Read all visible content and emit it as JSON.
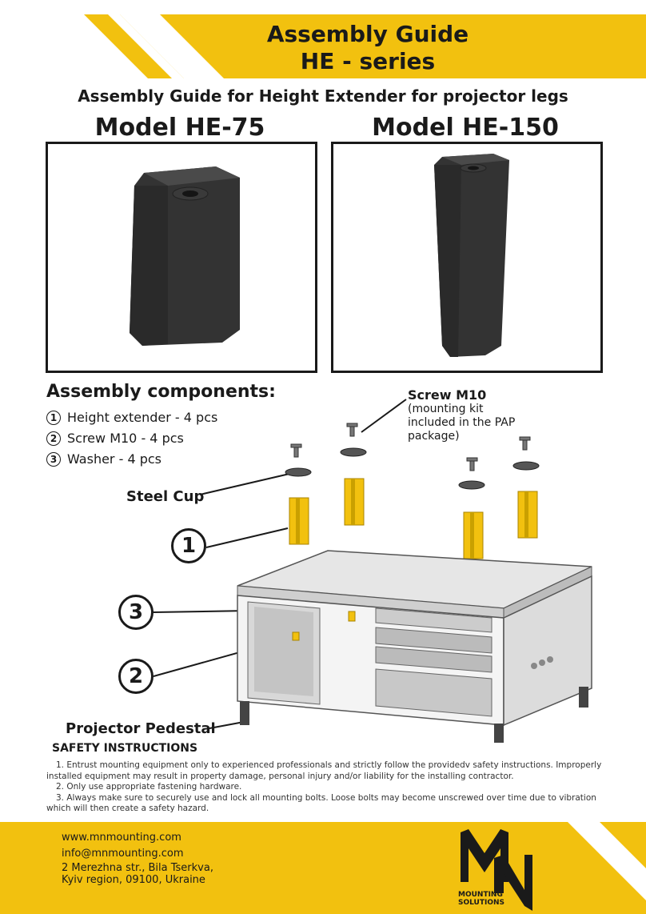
{
  "header": {
    "title_line1": "Assembly Guide",
    "title_line2": "HE - series",
    "accent_color": "#f2c10f"
  },
  "subtitle": "Assembly Guide for Height Extender for projector legs",
  "models": [
    {
      "label": "Model HE-75"
    },
    {
      "label": "Model HE-150"
    }
  ],
  "components": {
    "title": "Assembly components:",
    "items": [
      {
        "num": "1",
        "label": "Height extender - 4 pcs"
      },
      {
        "num": "2",
        "label": "Screw M10 - 4 pcs"
      },
      {
        "num": "3",
        "label": "Washer - 4 pcs"
      }
    ]
  },
  "callouts": {
    "screw_title": "Screw M10",
    "screw_note": "(mounting kit included in the PAP package)",
    "steel_cup": "Steel Cup",
    "pedestal": "Projector Pedestal",
    "num1": "1",
    "num2": "2",
    "num3": "3"
  },
  "safety": {
    "title": "SAFETY INSTRUCTIONS",
    "lines": [
      "1. Entrust mounting equipment only to experienced professionals and strictly follow the providedv safety instructions. Improperly installed equipment may result in property damage, personal injury and/or liability for the installing contractor.",
      "2. Only use appropriate fastening hardware.",
      "3. Always make sure to securely use and lock all mounting bolts. Loose bolts may become unscrewed over time due to vibration which will then create a safety hazard."
    ]
  },
  "footer": {
    "website": "www.mnmounting.com",
    "email": "info@mnmounting.com",
    "address_line1": "2 Merezhna str., Bila Tserkva,",
    "address_line2": "Kyiv region, 09100, Ukraine",
    "logo_text_1": "MOUNTING",
    "logo_text_2": "SOLUTIONS"
  }
}
